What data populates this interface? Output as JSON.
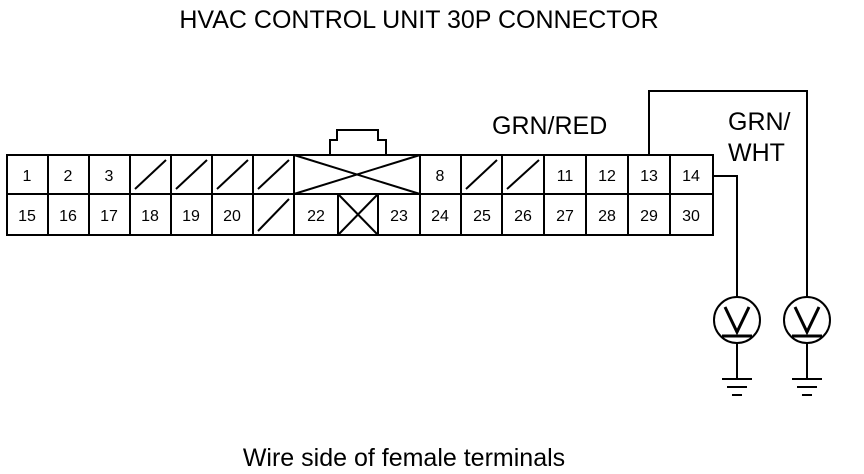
{
  "title": "HVAC CONTROL UNIT 30P CONNECTOR",
  "caption": "Wire side of female terminals",
  "wires": {
    "grn_red": "GRN/RED",
    "grn_wht_line1": "GRN/",
    "grn_wht_line2": "WHT"
  },
  "connector": {
    "top_row": [
      "1",
      "2",
      "3",
      "",
      "",
      "",
      "",
      "",
      "",
      "",
      "8",
      "",
      "",
      "11",
      "12",
      "13",
      "14"
    ],
    "bottom_row": [
      "15",
      "16",
      "17",
      "18",
      "19",
      "20",
      "",
      "22",
      "",
      "23",
      "24",
      "25",
      "26",
      "27",
      "28",
      "29",
      "30"
    ]
  },
  "meters": [
    {
      "symbol": "V",
      "connected_pin": "14"
    },
    {
      "symbol": "V",
      "connected_pin": "13"
    }
  ]
}
